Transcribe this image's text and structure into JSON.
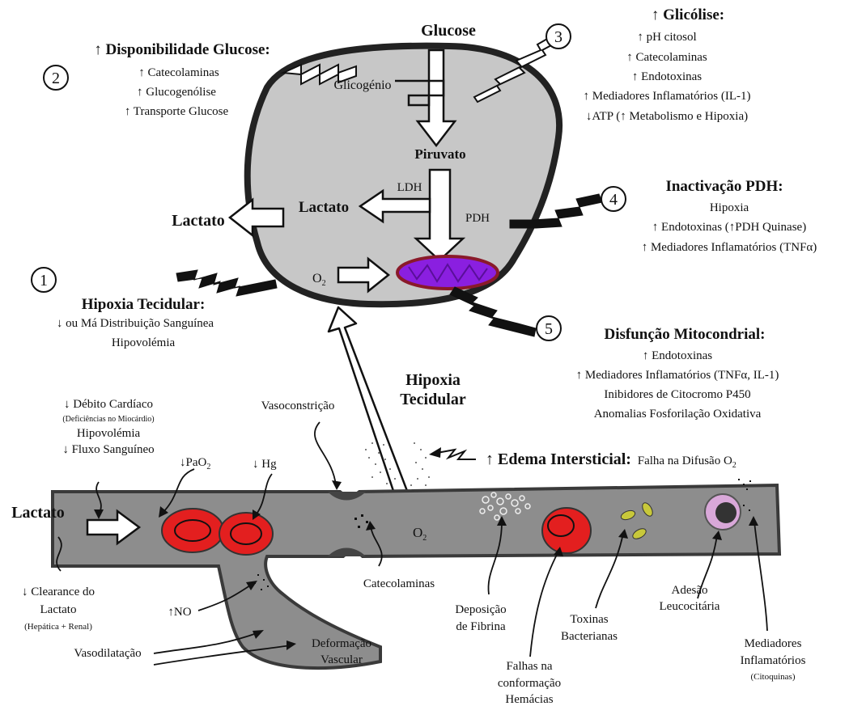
{
  "colors": {
    "cell": "#c7c7c7",
    "vessel": "#8d8d8d",
    "vessel_border": "#3a3a3a",
    "rbc": "#e31f1f",
    "mitochondria": "#8a1fe0",
    "mitochondria_border": "#8a1a2a",
    "arrow_fill": "#ffffff",
    "line": "#111111"
  },
  "cell": {
    "glucose": "Glucose",
    "glicogenio": "Glicogénio",
    "piruvato": "Piruvato",
    "ldh": "LDH",
    "lactato": "Lactato",
    "pdh": "PDH",
    "o2": "O",
    "o2_sub": "2"
  },
  "lactato_out": "Lactato",
  "factor2": {
    "number": "2",
    "title": "↑ Disponibilidade Glucose:",
    "items": [
      "↑ Catecolaminas",
      "↑ Glucogenólise",
      "↑ Transporte Glucose"
    ]
  },
  "factor3": {
    "number": "3",
    "title": "↑ Glicólise:",
    "items": [
      "↑ pH citosol",
      "↑ Catecolaminas",
      "↑  Endotoxinas",
      "↑ Mediadores Inflamatórios (IL-1)",
      "↓ATP (↑ Metabolismo e Hipoxia)"
    ]
  },
  "factor4": {
    "number": "4",
    "title": "Inactivação PDH:",
    "items": [
      "Hipoxia",
      "↑ Endotoxinas (↑PDH Quinase)",
      "↑ Mediadores Inflamatórios (TNFα)"
    ]
  },
  "factor1": {
    "number": "1",
    "title": "Hipoxia Tecidular:",
    "items": [
      "↓ ou Má Distribuição Sanguínea",
      "Hipovolémia"
    ]
  },
  "factor5": {
    "number": "5",
    "title": "Disfunção Mitocondrial:",
    "items": [
      "↑ Endotoxinas",
      "↑ Mediadores Inflamatórios (TNFα, IL-1)",
      "Inibidores de Citocromo P450",
      "Anomalias Fosforilação Oxidativa"
    ]
  },
  "hipoxia_center": [
    "Hipoxia",
    "Tecidular"
  ],
  "edema": {
    "title": "↑ Edema Intersticial:",
    "rest": "Falha na Difusão O",
    "sub": "2"
  },
  "vessel": {
    "lactato": "Lactato",
    "o2": "O",
    "o2_sub": "2",
    "vasoconstricao": "Vasoconstrição",
    "debito": [
      "↓ Débito Cardíaco",
      "(Deficiências no Miocárdio)",
      "Hipovolémia",
      "↓ Fluxo Sanguíneo"
    ],
    "pao2": "↓PaO",
    "pao2_sub": "2",
    "hg": "↓ Hg",
    "clearance": [
      "↓ Clearance do",
      "Lactato",
      "(Hepática + Renal)"
    ],
    "no": "↑NO",
    "vasodilatacao": "Vasodilatação",
    "deformacao": [
      "Deformação",
      "Vascular"
    ],
    "catecolaminas": "Catecolaminas",
    "fibrina": [
      "Deposição",
      "de Fibrina"
    ],
    "hemacias": [
      "Falhas na",
      "conformação",
      "Hemácias"
    ],
    "toxinas": [
      "Toxinas",
      "Bacterianas"
    ],
    "adesao": [
      "Adesão",
      "Leucocitária"
    ],
    "mediadores": [
      "Mediadores",
      "Inflamatórios",
      "(Citoquinas)"
    ]
  }
}
